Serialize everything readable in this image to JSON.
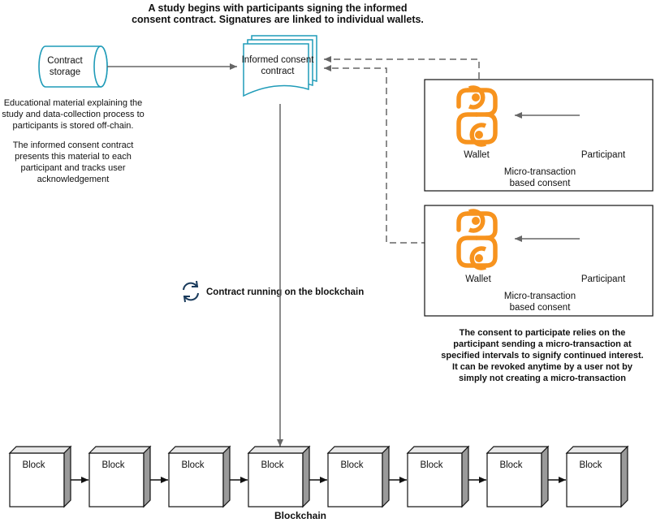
{
  "header": {
    "line1": "A study begins with participants signing the informed",
    "line2": "consent contract. Signatures are linked to individual wallets."
  },
  "contract_storage": {
    "line1": "Contract",
    "line2": "storage"
  },
  "informed_consent": {
    "line1": "Informed consent",
    "line2": "contract"
  },
  "left_notes": {
    "para1": [
      "Educational material explaining the",
      "study and data-collection process to",
      "participants is stored off-chain."
    ],
    "para2": [
      "The informed consent contract",
      "presents this material to each",
      "participant and tracks user",
      "acknowledgement"
    ]
  },
  "panels": [
    {
      "wallet_label": "Wallet",
      "participant_label": "Participant",
      "caption1": "Micro-transaction",
      "caption2": "based consent"
    },
    {
      "wallet_label": "Wallet",
      "participant_label": "Participant",
      "caption1": "Micro-transaction",
      "caption2": "based consent"
    }
  ],
  "running_label": "Contract running on the blockchain",
  "consent_note": [
    "The consent to participate relies on the",
    "participant sending a micro-transaction at",
    "specified intervals to signify continued interest.",
    "It can be revoked anytime by a user not by",
    "simply not creating a micro-transaction"
  ],
  "blocks": [
    "Block",
    "Block",
    "Block",
    "Block",
    "Block",
    "Block",
    "Block",
    "Block"
  ],
  "blockchain_label": "Blockchain",
  "colors": {
    "wallet_orange": "#F7931E",
    "storage_teal": "#1F9BB8",
    "refresh_icon": "#1A3B5C",
    "line_gray": "#666666"
  },
  "icons": {
    "wallet": "wallet-icon",
    "refresh": "refresh-icon",
    "storage": "cylinder-storage-icon",
    "document": "document-stack-icon"
  }
}
